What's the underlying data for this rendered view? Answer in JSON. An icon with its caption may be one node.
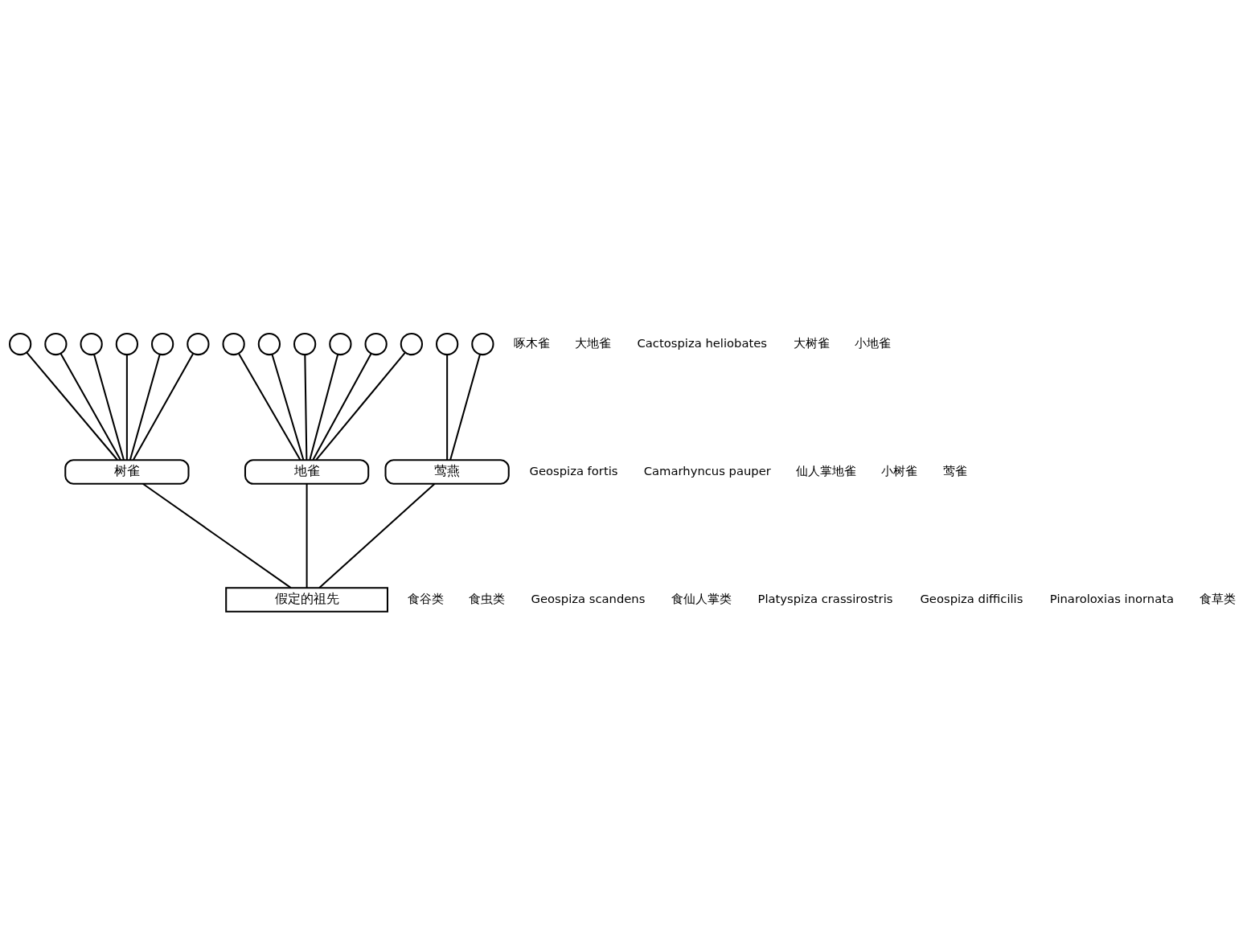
{
  "diagram": {
    "nodes": [
      {
        "text": [],
        "shape": "circle"
      },
      {
        "text": [],
        "shape": "circle"
      },
      {
        "text": [],
        "shape": "circle"
      },
      {
        "text": [],
        "shape": "circle"
      },
      {
        "text": [],
        "shape": "circle"
      },
      {
        "text": [],
        "shape": "circle"
      },
      {
        "text": [],
        "shape": "circle"
      },
      {
        "text": [],
        "shape": "circle"
      },
      {
        "text": [],
        "shape": "circle"
      },
      {
        "text": [],
        "shape": "circle"
      },
      {
        "text": [],
        "shape": "circle"
      },
      {
        "text": [],
        "shape": "circle"
      },
      {
        "text": [],
        "shape": "circle"
      },
      {
        "text": [],
        "shape": "circle"
      },
      {
        "text": [
          "树雀"
        ]
      },
      {
        "text": [
          "地雀"
        ]
      },
      {
        "text": [
          "莺燕"
        ]
      },
      {
        "text": [
          "假定的祖先"
        ]
      }
    ],
    "edges": [
      {
        "from": 0,
        "to": 14,
        "arrow": "none"
      },
      {
        "from": 1,
        "to": 14,
        "arrow": "none"
      },
      {
        "from": 2,
        "to": 14,
        "arrow": "none"
      },
      {
        "from": 3,
        "to": 14,
        "arrow": "none"
      },
      {
        "from": 4,
        "to": 14,
        "arrow": "none"
      },
      {
        "from": 5,
        "to": 14,
        "arrow": "none"
      },
      {
        "from": 6,
        "to": 15,
        "arrow": "none"
      },
      {
        "from": 7,
        "to": 15,
        "arrow": "none"
      },
      {
        "from": 8,
        "to": 15,
        "arrow": "none"
      },
      {
        "from": 9,
        "to": 15,
        "arrow": "none"
      },
      {
        "from": 10,
        "to": 15,
        "arrow": "none"
      },
      {
        "from": 11,
        "to": 15,
        "arrow": "none"
      },
      {
        "from": 12,
        "to": 16,
        "arrow": "none"
      },
      {
        "from": 13,
        "to": 16,
        "arrow": "none"
      },
      {
        "from": 14,
        "to": 17,
        "arrow": "none"
      },
      {
        "from": 15,
        "to": 17,
        "arrow": "none"
      },
      {
        "from": 16,
        "to": 17,
        "arrow": "none"
      }
    ],
    "labels": [
      "啄木雀",
      "大地雀",
      "食谷类",
      "食虫类",
      "Cactospiza heliobates",
      "Geospiza fortis",
      "大树雀",
      "小地雀",
      "Camarhyncus pauper",
      "仙人掌地雀",
      "Geospiza scandens",
      "食仙人掌类",
      "小树雀",
      "莺雀",
      "Platyspiza crassirostris",
      "Geospiza difficilis",
      "Pinaroloxias inornata",
      "食草类"
    ]
  }
}
